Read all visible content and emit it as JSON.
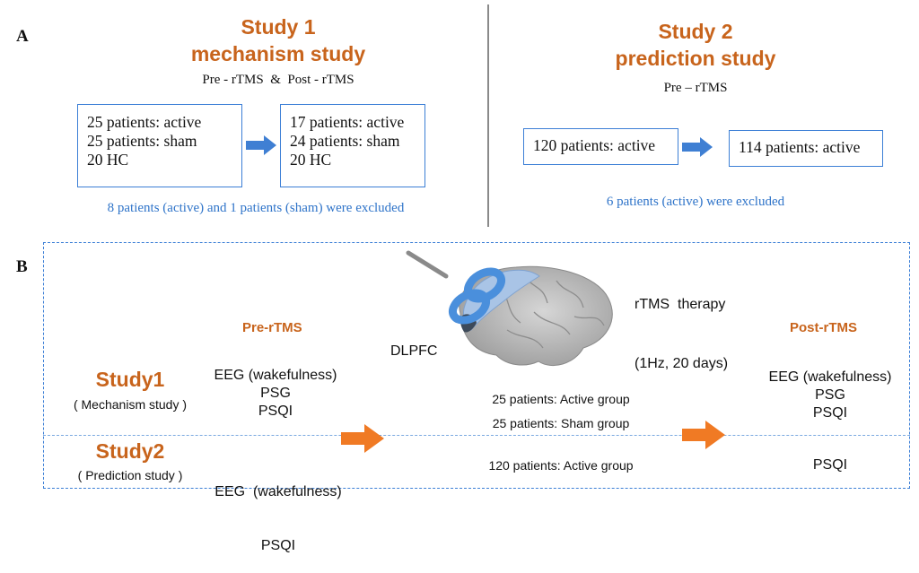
{
  "panel_a": {
    "label": "A",
    "study1": {
      "title": "Study 1",
      "subtitle": "mechanism study",
      "timing": "Pre - rTMS  &  Post - rTMS",
      "before_box": [
        "25 patients: active",
        "25 patients: sham",
        "20 HC"
      ],
      "after_box": [
        "17 patients: active",
        "24 patients: sham",
        "20 HC"
      ],
      "note": "8 patients (active) and 1 patients (sham) were excluded"
    },
    "study2": {
      "title": "Study 2",
      "subtitle": "prediction study",
      "timing": "Pre – rTMS",
      "before_box": "120 patients: active",
      "after_box": "114 patients: active",
      "note": "6 patients (active) were excluded"
    }
  },
  "panel_b": {
    "label": "B",
    "therapy_line1": "rTMS  therapy",
    "therapy_line2": "(1Hz, 20 days)",
    "dlpfc": "DLPFC",
    "pre_header": "Pre-rTMS",
    "post_header": "Post-rTMS",
    "study1": {
      "name": "Study1",
      "sub": "( Mechanism study )",
      "pre": [
        "EEG (wakefulness)",
        "PSG",
        "PSQI"
      ],
      "groups": [
        "25 patients:  Active group",
        "25 patients:  Sham group"
      ],
      "post": [
        "EEG (wakefulness)",
        "PSG",
        "PSQI"
      ]
    },
    "study2": {
      "name": "Study2",
      "sub": "( Prediction study )",
      "pre": [
        "EEG  (wakefulness)",
        "PSQI"
      ],
      "groups": [
        "120 patients: Active group"
      ],
      "post": [
        "PSQI"
      ]
    }
  },
  "colors": {
    "accent_orange": "#c8641c",
    "note_blue": "#2f74c9",
    "box_blue": "#3c7fd6",
    "arrow_blue": "#3f7fd3",
    "arrow_orange": "#f07a24",
    "coil_blue": "#4a8fdc",
    "brain_gray": "#b9b9b9"
  }
}
